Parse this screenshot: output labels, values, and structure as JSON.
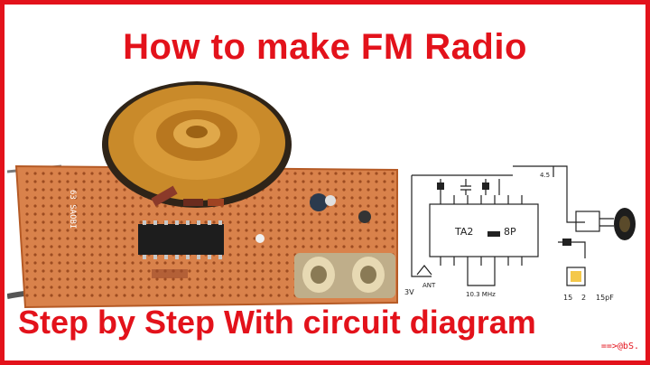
{
  "title": "How to make FM Radio",
  "subtitle": "Step by Step With circuit diagram",
  "signature": "==>@bS.",
  "colors": {
    "accent": "#e3121b",
    "pcb": "#d9824b",
    "speaker": "#c98a2a"
  },
  "schematic": {
    "ic_label": "TA2",
    "ic_label_suffix": "8P",
    "supply_label": "3V",
    "antenna_label": "ANT",
    "voltage_top": "4.5",
    "bottom_labels": [
      "15",
      "2",
      "15pF"
    ],
    "bottom_cap": "10.3 MHz"
  },
  "pcb_label": "63 SAOBI"
}
